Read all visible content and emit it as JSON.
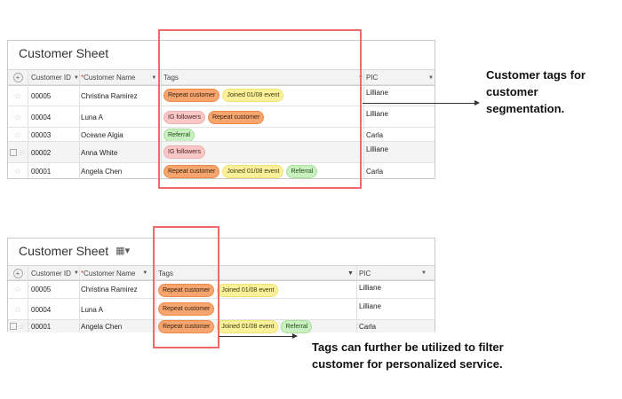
{
  "top_sheet": {
    "title": "Customer Sheet",
    "columns": {
      "id": "Customer ID",
      "name_required": "*",
      "name": "Customer Name",
      "tags": "Tags",
      "pic": "PIC"
    },
    "rows": [
      {
        "id": "00005",
        "name": "Christina Ramirez",
        "pic": "Lilliane"
      },
      {
        "id": "00004",
        "name": "Luna A",
        "pic": "Lilliane"
      },
      {
        "id": "00003",
        "name": "Oceane Algia",
        "pic": "Carla"
      },
      {
        "id": "00002",
        "name": "Anna White",
        "pic": "Lilliane"
      },
      {
        "id": "00001",
        "name": "Angela Chen",
        "pic": "Carla"
      }
    ]
  },
  "bottom_sheet": {
    "title": "Customer Sheet",
    "columns": {
      "id": "Customer ID",
      "name_required": "*",
      "name": "Customer Name",
      "tags": "Tags",
      "pic": "PIC"
    },
    "rows": [
      {
        "id": "00005",
        "name": "Christina Ramirez",
        "pic": "Lilliane"
      },
      {
        "id": "00004",
        "name": "Luna A",
        "pic": "Lilliane"
      },
      {
        "id": "00001",
        "name": "Angela Chen",
        "pic": "Carla"
      }
    ]
  },
  "tags": {
    "repeat": "Repeat customer",
    "joined": "Joined 01/08 event",
    "ig": "IG followers",
    "referral": "Referral"
  },
  "tag_colors": {
    "repeat": "#f6a56f",
    "joined": "#fbf19a",
    "ig": "#f8c7c6",
    "referral": "#c9f0c0"
  },
  "highlight_color": "#ef6b6b",
  "callouts": {
    "top": [
      "Customer tags for",
      "customer",
      "segmentation."
    ],
    "bottom": [
      "Tags can further be utilized to filter",
      "customer for personalized service."
    ]
  },
  "icons": {
    "add": "plus-icon",
    "favorite": "star-icon",
    "sort": "caret-down-icon",
    "filter": "filter-icon",
    "view": "grid-view-icon"
  }
}
